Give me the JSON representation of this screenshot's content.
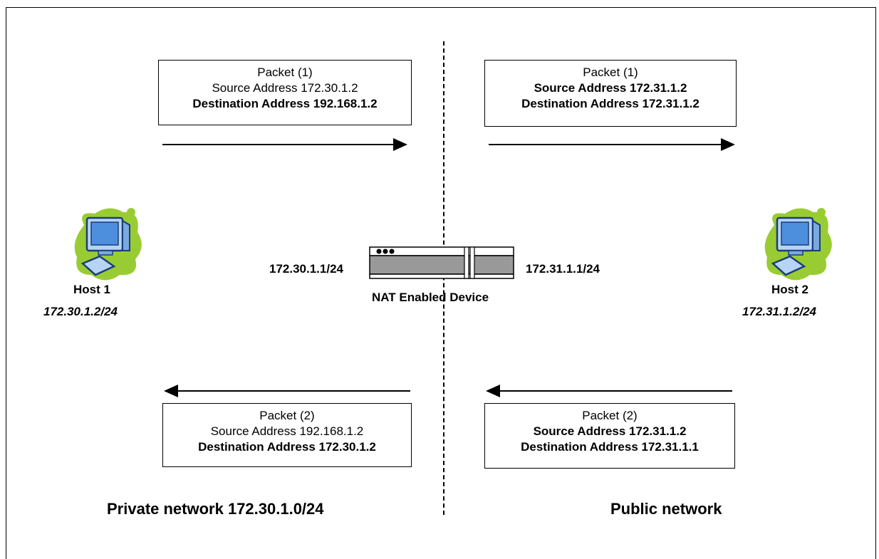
{
  "packets": {
    "top_left": {
      "title": "Packet (1)",
      "source": "Source Address 172.30.1.2",
      "destination": "Destination Address 192.168.1.2"
    },
    "top_right": {
      "title": "Packet (1)",
      "source": "Source Address 172.31.1.2",
      "destination": "Destination Address 172.31.1.2"
    },
    "bottom_left": {
      "title": "Packet (2)",
      "source": "Source Address 192.168.1.2",
      "destination": "Destination Address 172.30.1.2"
    },
    "bottom_right": {
      "title": "Packet (2)",
      "source": "Source Address 172.31.1.2",
      "destination": "Destination Address 172.31.1.1"
    }
  },
  "hosts": {
    "host1": {
      "name": "Host 1",
      "ip": "172.30.1.2/24",
      "icon": "computer-icon"
    },
    "host2": {
      "name": "Host 2",
      "ip": "172.31.1.2/24",
      "icon": "computer-icon"
    }
  },
  "nat_device": {
    "label": "NAT Enabled Device",
    "left_interface": "172.30.1.1/24",
    "right_interface": "172.31.1.1/24",
    "icon": "router-icon"
  },
  "networks": {
    "private": "Private network 172.30.1.0/24",
    "public": "Public network"
  },
  "colors": {
    "host_blob": "#99cc33",
    "monitor_screen": "#4d8fdd",
    "monitor_body": "#b8d4f5",
    "device_body": "#999999"
  }
}
